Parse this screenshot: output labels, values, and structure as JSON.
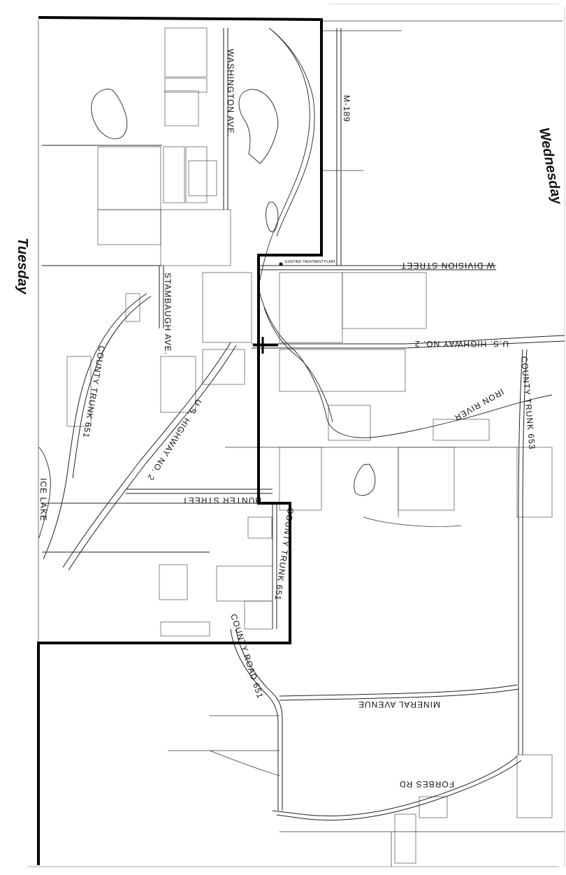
{
  "map": {
    "zones": [
      {
        "id": "tuesday",
        "label": "Tuesday"
      },
      {
        "id": "wednesday",
        "label": "Wednesday"
      }
    ],
    "streets": {
      "washington_ave": "WASHINGTON AVE.",
      "m189": "M-189",
      "w_division": "W DIVISION STREET",
      "stambaugh": "STAMBAUGH AVE.",
      "us2_east": "U.S. HIGHWAY NO. 2",
      "us2_west": "U.S. HIGHWAY NO. 2",
      "county_trunk_651_west": "COUNTY TRUNK 651",
      "county_trunk_651_south": "COUNTY TRUNK 651",
      "county_trunk_653": "COUNTY TRUNK 653",
      "county_road_651": "COUNTY ROAD 651",
      "hunter": "HUNTER STREET",
      "ice_lake": "ICE LAKE",
      "iron_river": "IRON RIVER",
      "mineral_ave": "MINERAL AVENUE",
      "forbes_rd": "FORBES RD",
      "treatment_plant": "EXISTING TREATMENT PLANT"
    }
  }
}
